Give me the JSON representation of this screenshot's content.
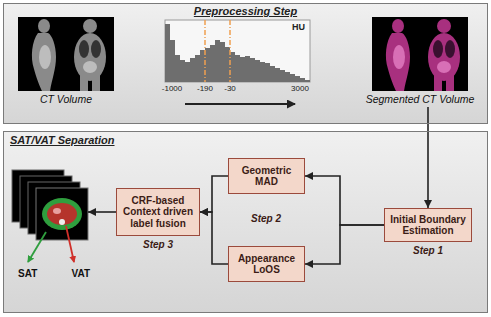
{
  "diagram": {
    "nodes": [
      {
        "text": [
          "Preprocessing Step"
        ]
      },
      {
        "text": [
          "CT Volume"
        ],
        "in": 0
      },
      {
        "text": [
          "Segmented CT Volume"
        ],
        "in": 0
      },
      {
        "text": [
          "SAT/VAT Separation"
        ]
      },
      {
        "text": [
          "Initial Boundary Estimation",
          "Step 1"
        ],
        "in": 3
      },
      {
        "text": [
          "Geometric MAD"
        ],
        "in": 3
      },
      {
        "text": [
          "Appearance LoOS"
        ],
        "in": 3
      },
      {
        "text": [
          "CRF-based Context driven label fusion",
          "Step 3"
        ],
        "in": 3
      },
      {
        "text": [
          "SAT",
          "VAT"
        ],
        "in": 3
      }
    ],
    "edges": [
      {
        "from": 2,
        "to": 4,
        "arrow": "to"
      },
      {
        "from": 4,
        "to": 5,
        "arrow": "to"
      },
      {
        "from": 4,
        "to": 6,
        "arrow": "to"
      },
      {
        "from": 5,
        "to": 7,
        "arrow": "to"
      },
      {
        "from": 6,
        "to": 7,
        "arrow": "to"
      },
      {
        "from": 7,
        "to": 8,
        "arrow": "to"
      }
    ],
    "labels": [
      "HU",
      "-1000",
      "-190",
      "-30",
      "3000",
      "Step 2"
    ]
  }
}
